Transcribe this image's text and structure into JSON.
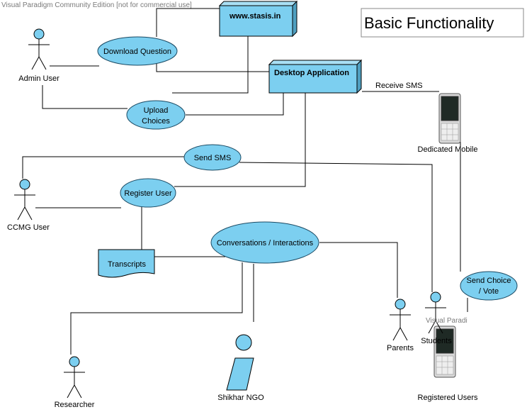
{
  "watermark": "Visual Paradigm Community Edition [not for commercial use]",
  "title": "Basic Functionality",
  "nodes": {
    "website": "www.stasis.in",
    "desktop": "Desktop Application"
  },
  "use_cases": {
    "download": "Download Question",
    "upload_1": "Upload",
    "upload_2": "Choices",
    "send_sms": "Send SMS",
    "register": "Register User",
    "conversations": "Conversations / Interactions",
    "send_choice_1": "Send Choice",
    "send_choice_2": "/ Vote"
  },
  "actors": {
    "admin": "Admin User",
    "ccmg": "CCMG User",
    "researcher": "Researcher",
    "ngo": "Shikhar NGO",
    "parents": "Parents",
    "students": "Students"
  },
  "artifacts": {
    "transcripts": "Transcripts"
  },
  "devices": {
    "dedicated_mobile": "Dedicated Mobile",
    "registered_users": "Registered Users",
    "vp_overlap": "Visual Paradi"
  },
  "edge_labels": {
    "receive_sms": "Receive SMS"
  }
}
